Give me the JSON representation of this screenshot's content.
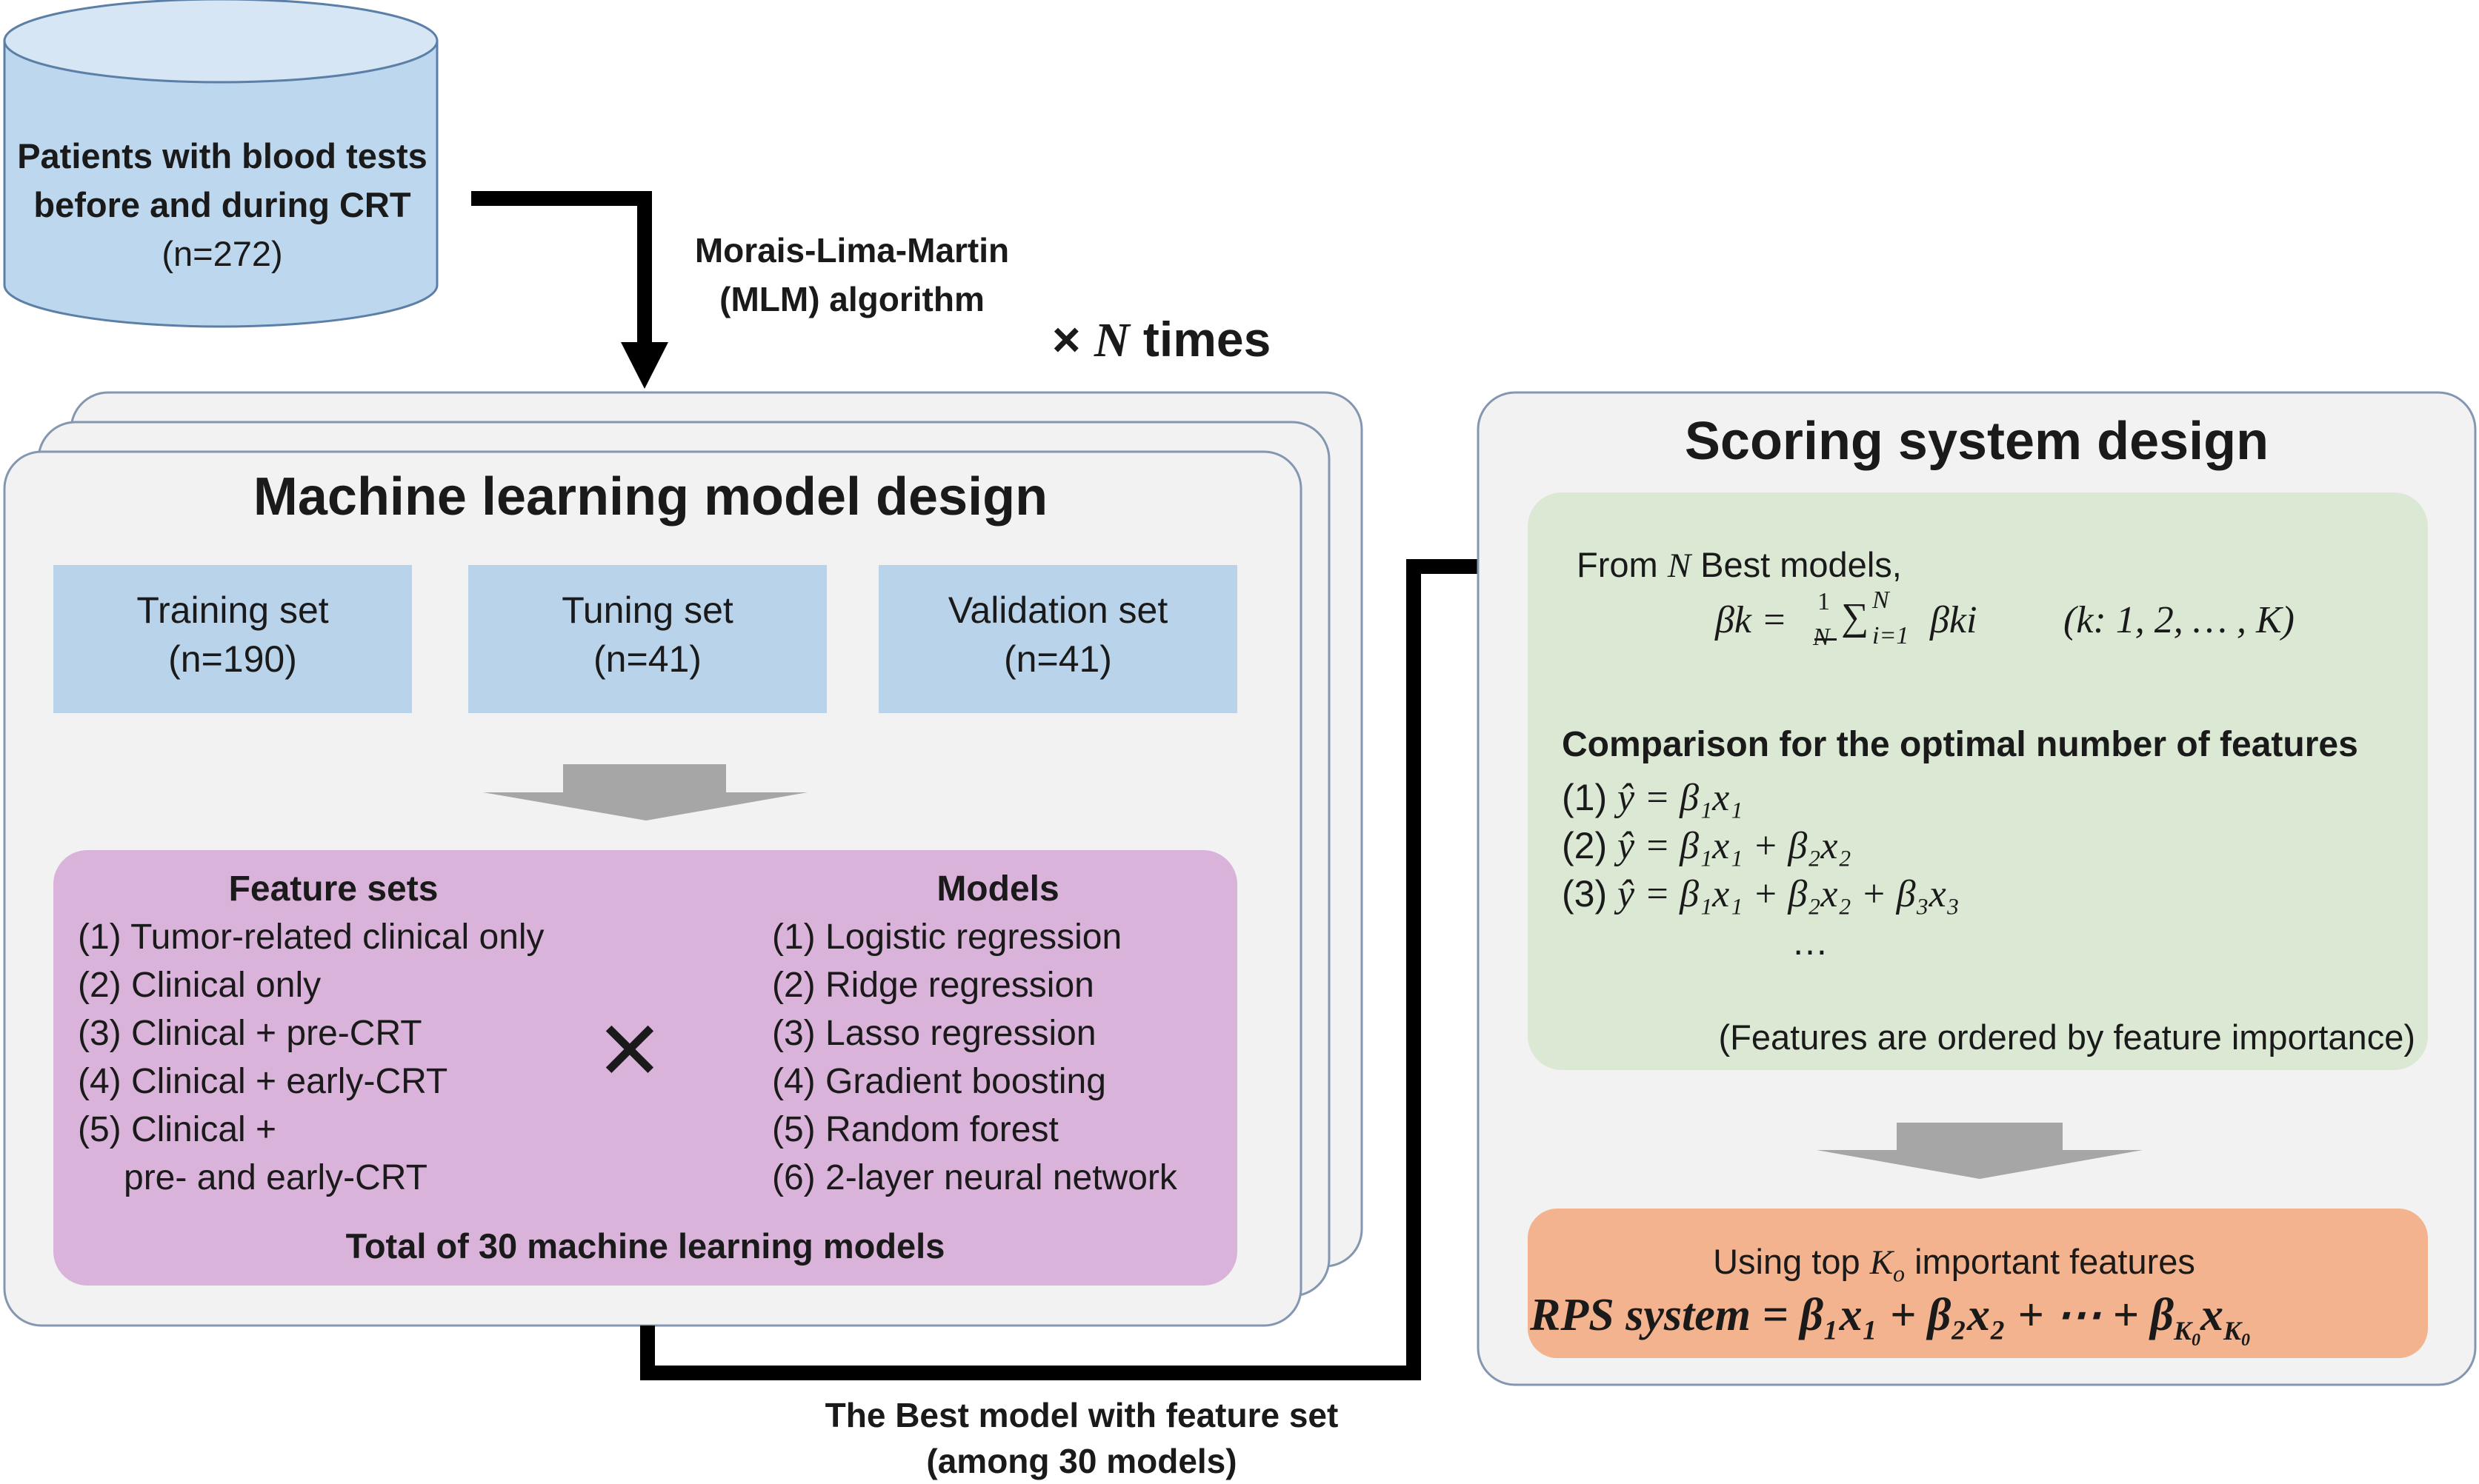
{
  "database": {
    "line1": "Patients with blood tests",
    "line2": "before and during CRT",
    "line3": "(n=272)"
  },
  "arrow_label": {
    "line1": "Morais-Lima-Martin",
    "line2": "(MLM) algorithm"
  },
  "repeat_label": {
    "prefix": "×",
    "variable": "N",
    "suffix": "times"
  },
  "ml_design": {
    "title": "Machine learning model design",
    "sets": [
      {
        "name": "Training set",
        "count": "(n=190)"
      },
      {
        "name": "Tuning set",
        "count": "(n=41)"
      },
      {
        "name": "Validation set",
        "count": "(n=41)"
      }
    ],
    "feature_sets_title": "Feature sets",
    "feature_sets": [
      "(1) Tumor-related clinical only",
      "(2) Clinical only",
      "(3) Clinical + pre-CRT",
      "(4) Clinical + early-CRT",
      "(5) Clinical +",
      "pre- and early-CRT"
    ],
    "cross_symbol": "✕",
    "models_title": "Models",
    "models": [
      "(1) Logistic  regression",
      "(2) Ridge regression",
      "(3) Lasso regression",
      "(4) Gradient boosting",
      "(5) Random forest",
      "(6) 2-layer neural network"
    ],
    "total": "Total of 30 machine learning models"
  },
  "best_model_label": {
    "line1": "The Best model with feature set",
    "line2": "(among 30 models)"
  },
  "scoring": {
    "title": "Scoring system design",
    "from_prefix": "From",
    "from_variable": "N",
    "from_suffix": "Best models,",
    "beta_formula_lhs": "βk =",
    "beta_formula_frac_num": "1",
    "beta_formula_frac_den": "N",
    "beta_formula_sum": "∑",
    "beta_formula_sum_upper": "N",
    "beta_formula_sum_lower": "i=1",
    "beta_formula_term": "βki",
    "beta_formula_range": "(k: 1, 2, … , K)",
    "comparison_title": "Comparison for the optimal number of features",
    "comparison_rows": [
      {
        "num": "(1)",
        "eq": "ŷ =  β₁x₁"
      },
      {
        "num": "(2)",
        "eq": "ŷ =  β₁x₁ + β₂x₂"
      },
      {
        "num": "(3)",
        "eq": "ŷ =  β₁x₁ + β₂x₂ + β₃x₃"
      }
    ],
    "ellipsis": "…",
    "ordering_note": "(Features are ordered by feature importance)",
    "using_prefix": "Using top",
    "using_variable": "K",
    "using_subscript": "o",
    "using_suffix": "important features",
    "rps_formula": "RPS system =  β₁x₁ + β₂x₂ + ⋯ + β",
    "rps_sub_k": "K",
    "rps_sub_0": "0",
    "rps_x": "x"
  },
  "colors": {
    "database_fill": "#bdd7ee",
    "database_top": "#d6e6f4",
    "set_box": "#b9d3ea",
    "panel_fill": "#f2f2f2",
    "panel_stroke": "#8497b0",
    "purple": "#d9b3d9",
    "green": "#dbe8d4",
    "orange": "#f3b38e",
    "gray_arrow": "#a6a6a6",
    "arrow": "#000000"
  }
}
